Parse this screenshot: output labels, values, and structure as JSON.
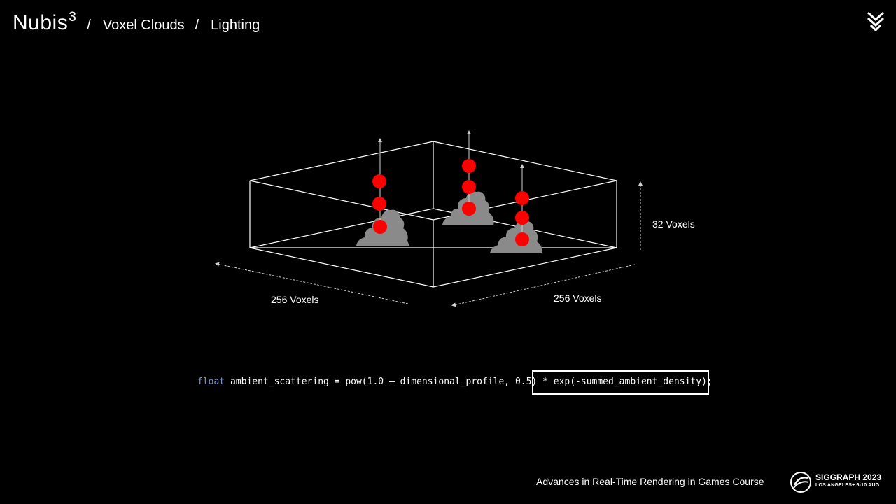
{
  "header": {
    "brand": "Nubis",
    "brand_sup": "3",
    "separator": "/",
    "crumbs": [
      "Voxel Clouds",
      "Lighting"
    ]
  },
  "diagram": {
    "labels": {
      "height": "32 Voxels",
      "width_left": "256 Voxels",
      "width_right": "256 Voxels"
    },
    "colors": {
      "box_lines": "#ffffff",
      "sample_points": "#ff0000",
      "cloud": "#8a8a8a"
    }
  },
  "code": {
    "keyword": "float",
    "prefix": " ambient_scattering = pow(1.0 – dimensional_profile, 0.5)",
    "highlighted": " * exp(-summed_ambient_density);"
  },
  "footer": {
    "course": "Advances in Real-Time Rendering in Games Course",
    "conference": "SIGGRAPH 2023",
    "conference_sub": "LOS ANGELES+ 6-10 AUG"
  }
}
